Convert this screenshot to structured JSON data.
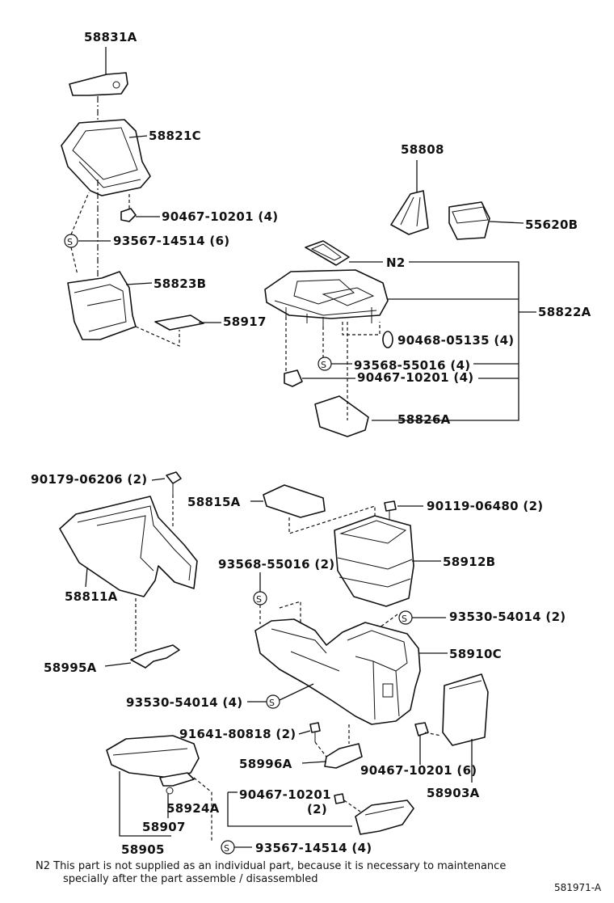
{
  "labels": {
    "p58831A": "58831A",
    "p58821C": "58821C",
    "p90467_10201_4_top": "90467-10201 (4)",
    "p93567_14514_6": "93567-14514 (6)",
    "p58823B": "58823B",
    "p58917": "58917",
    "p58808": "58808",
    "p55620B": "55620B",
    "pN2": "N2",
    "p58822A": "58822A",
    "p90468_05135_4": "90468-05135 (4)",
    "p93568_55016_4": "93568-55016 (4)",
    "p90467_10201_4_mid": "90467-10201 (4)",
    "p58826A": "58826A",
    "p90179_06206_2": "90179-06206 (2)",
    "p58815A": "58815A",
    "p90119_06480_2": "90119-06480 (2)",
    "p58811A": "58811A",
    "p93568_55016_2": "93568-55016 (2)",
    "p58912B": "58912B",
    "p93530_54014_2": "93530-54014 (2)",
    "p58995A": "58995A",
    "p58910C": "58910C",
    "p93530_54014_4": "93530-54014 (4)",
    "p91641_80818_2": "91641-80818 (2)",
    "p58996A": "58996A",
    "p90467_10201_6": "90467-10201 (6)",
    "p58924A": "58924A",
    "p90467_10201_bottom": "90467-10201",
    "p90467_10201_bottom_qty": "(2)",
    "p58903A": "58903A",
    "p58907": "58907",
    "p58905": "58905",
    "p93567_14514_4": "93567-14514 (4)"
  },
  "symbols": {
    "s_mark": "S"
  },
  "footnote": {
    "line1": "N2  This part is not supplied as an individual part, because it is necessary to maintenance",
    "line2": "specially after the part assemble / disassembled"
  },
  "figure_id": "581971-A"
}
